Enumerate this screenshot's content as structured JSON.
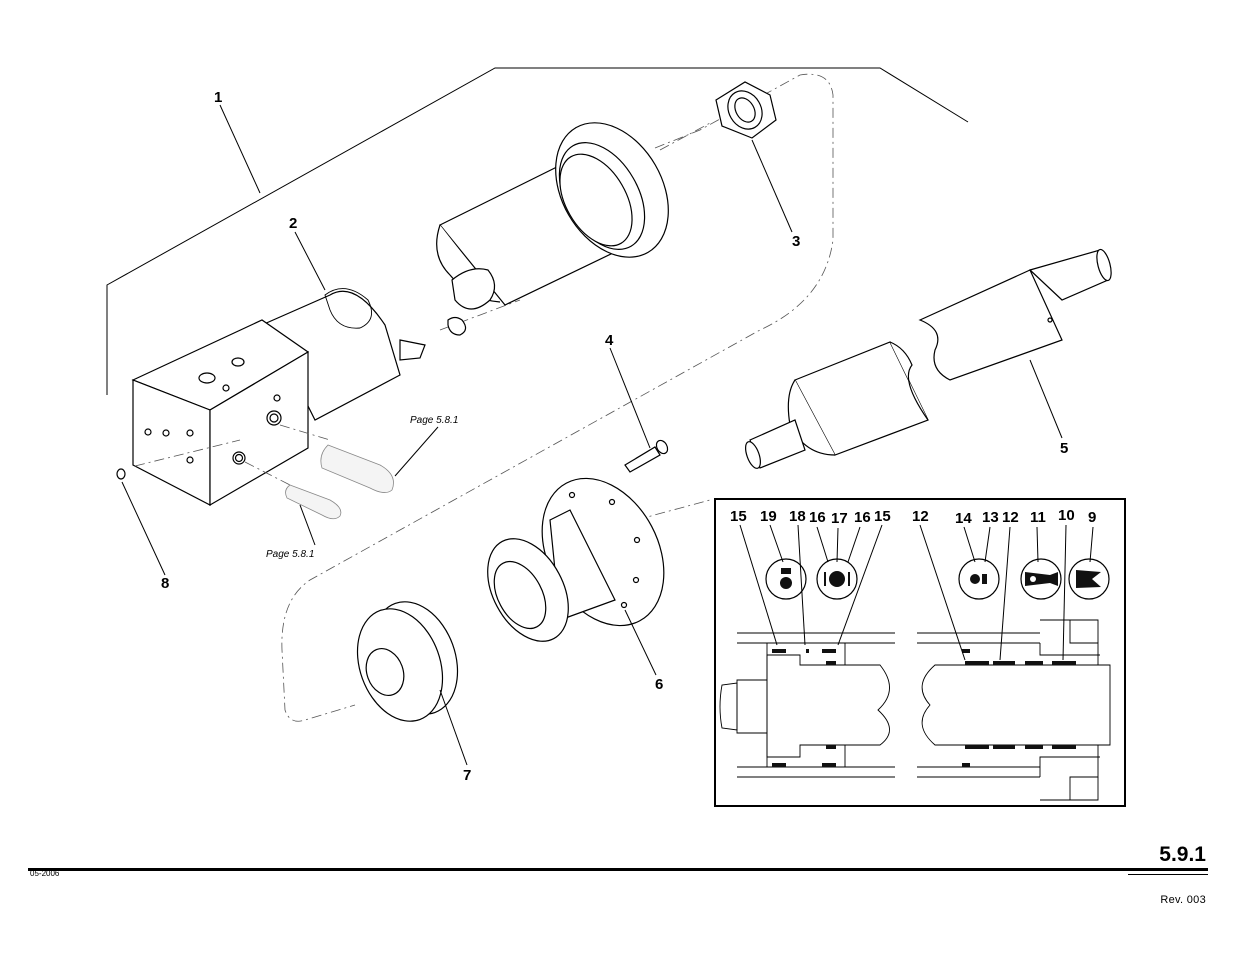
{
  "callouts": {
    "c1": "1",
    "c2": "2",
    "c3": "3",
    "c4": "4",
    "c5": "5",
    "c6": "6",
    "c7": "7",
    "c8": "8",
    "c9": "9",
    "c10": "10",
    "c11": "11",
    "c12a": "12",
    "c12b": "12",
    "c13": "13",
    "c14": "14",
    "c15a": "15",
    "c15b": "15",
    "c16a": "16",
    "c16b": "16",
    "c17": "17",
    "c18": "18",
    "c19": "19"
  },
  "references": {
    "upper": "Page 5.8.1",
    "lower": "Page 5.8.1"
  },
  "footer": {
    "page_number": "5.9.1",
    "date": "05-2006",
    "revision": "Rev. 003"
  }
}
